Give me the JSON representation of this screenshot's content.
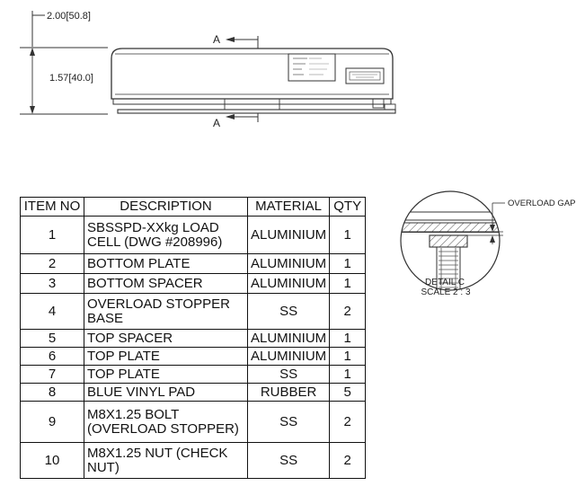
{
  "drawing": {
    "dim_width": "2.00[50.8]",
    "dim_height": "1.57[40.0]",
    "section_label_top": "A",
    "section_label_bottom": "A",
    "overload_gap_label": "OVERLOAD GAP",
    "detail_title": "DETAIL C",
    "detail_scale": "SCALE 2 : 3"
  },
  "bom": {
    "headers": [
      "ITEM NO",
      "DESCRIPTION",
      "MATERIAL",
      "QTY"
    ],
    "rows": [
      {
        "item": "1",
        "description": "SBSSPD-XXkg LOAD CELL (DWG #208996)",
        "material": "ALUMINIUM",
        "qty": "1"
      },
      {
        "item": "2",
        "description": "BOTTOM PLATE",
        "material": "ALUMINIUM",
        "qty": "1"
      },
      {
        "item": "3",
        "description": "BOTTOM SPACER",
        "material": "ALUMINIUM",
        "qty": "1"
      },
      {
        "item": "4",
        "description": "OVERLOAD STOPPER BASE",
        "material": "SS",
        "qty": "2"
      },
      {
        "item": "5",
        "description": "TOP SPACER",
        "material": "ALUMINIUM",
        "qty": "1"
      },
      {
        "item": "6",
        "description": "TOP PLATE",
        "material": "ALUMINIUM",
        "qty": "1"
      },
      {
        "item": "7",
        "description": "TOP PLATE",
        "material": "SS",
        "qty": "1"
      },
      {
        "item": "8",
        "description": "BLUE VINYL PAD",
        "material": "RUBBER",
        "qty": "5"
      },
      {
        "item": "9",
        "description": "M8X1.25 BOLT (OVERLOAD STOPPER)",
        "material": "SS",
        "qty": "2"
      },
      {
        "item": "10",
        "description": "M8X1.25 NUT (CHECK NUT)",
        "material": "SS",
        "qty": "2"
      }
    ]
  }
}
